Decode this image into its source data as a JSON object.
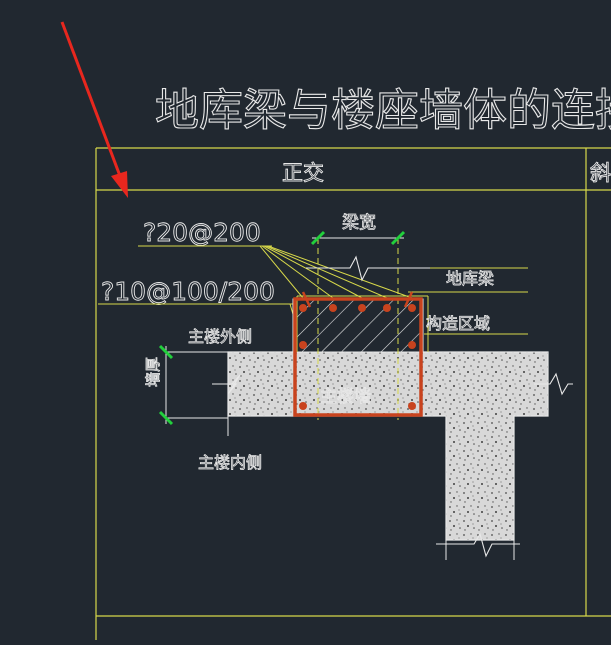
{
  "title": "地库梁与楼座墙体的连接构造(",
  "header": {
    "left": "正交",
    "right": "斜"
  },
  "rebar": {
    "top": "?20@200",
    "stirrup": "?10@100/200"
  },
  "labels": {
    "beam_width": "梁宽",
    "basement_beam": "地库梁",
    "construct_area": "构造区域",
    "outer_side": "主楼外侧",
    "wall_thickness": "墙厚",
    "main_wall": "主楼墙",
    "inner_side": "主楼内侧"
  },
  "colors": {
    "background": "#212830",
    "frame": "#d7d84a",
    "text": "#e8e8e8",
    "arrow": "#e8271e",
    "cage": "#c8431e",
    "dim_tick": "#22d03c",
    "concrete": "#d8d8d8"
  }
}
